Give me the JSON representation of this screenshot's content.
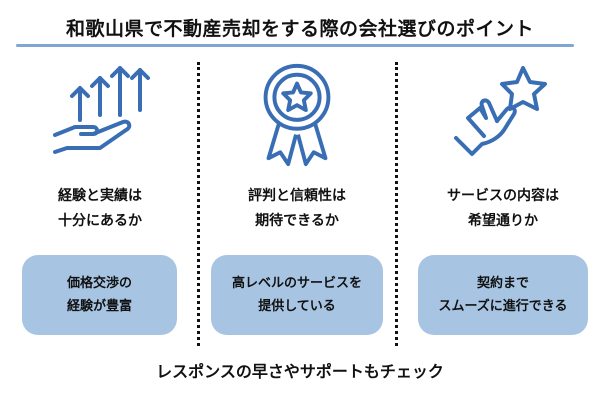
{
  "title": "和歌山県で不動産売却をする際の会社選びのポイント",
  "accent_color": "#3a6eb4",
  "box_color": "#a7c5e3",
  "columns": [
    {
      "icon": "hand-growth-arrows-icon",
      "heading_1": "経験と実績は",
      "heading_2": "十分にあるか",
      "box_1": "価格交渉の",
      "box_2": "経験が豊富"
    },
    {
      "icon": "award-ribbon-star-icon",
      "heading_1": "評判と信頼性は",
      "heading_2": "期待できるか",
      "box_1": "高レベルのサービスを",
      "box_2": "提供している"
    },
    {
      "icon": "hand-holding-star-icon",
      "heading_1": "サービスの内容は",
      "heading_2": "希望通りか",
      "box_1": "契約まで",
      "box_2": "スムーズに進行できる"
    }
  ],
  "footer": "レスポンスの早さやサポートもチェック"
}
